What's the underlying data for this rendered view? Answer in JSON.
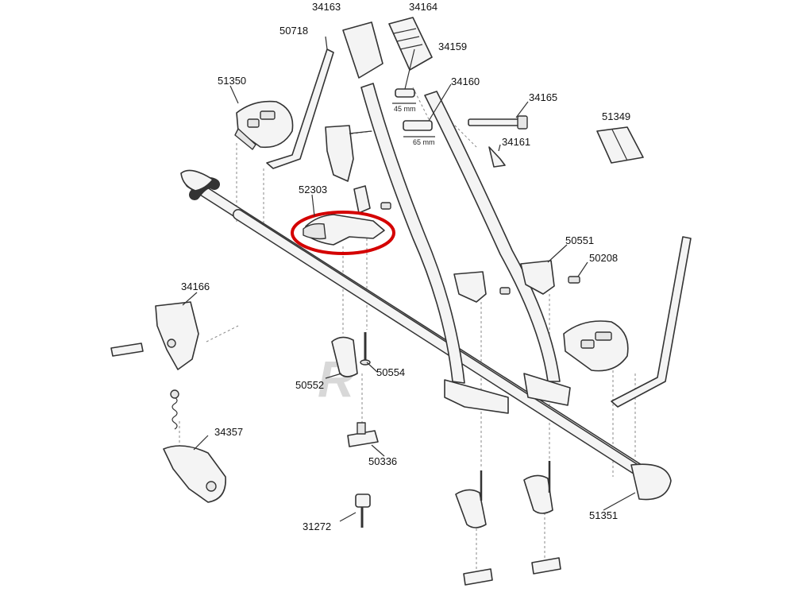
{
  "diagram": {
    "part_numbers": {
      "p34163": "34163",
      "p34164": "34164",
      "p50718": "50718",
      "p34159": "34159",
      "p51350": "51350",
      "p34160": "34160",
      "p34165": "34165",
      "p51349": "51349",
      "p34161": "34161",
      "p52303": "52303",
      "p50551": "50551",
      "p50208": "50208",
      "p34166": "34166",
      "p50552": "50552",
      "p50554": "50554",
      "p34357": "34357",
      "p50336": "50336",
      "p31272": "31272",
      "p51351": "51351"
    },
    "dimensions": {
      "d45": "45 mm",
      "d65": "65 mm"
    },
    "highlight_color": "#d40000"
  }
}
